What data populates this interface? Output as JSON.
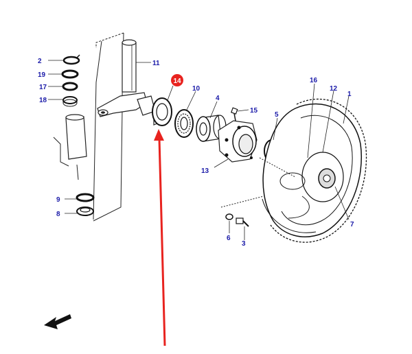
{
  "diagram": {
    "highlight_color": "#e8231f",
    "label_color": "#1a1aa8",
    "highlighted_part": "14",
    "callouts": {
      "c1": "1",
      "c2": "2",
      "c3": "3",
      "c4": "4",
      "c5": "5",
      "c6": "6",
      "c7": "7",
      "c8": "8",
      "c9": "9",
      "c10": "10",
      "c11": "11",
      "c12": "12",
      "c13": "13",
      "c14": "14",
      "c15": "15",
      "c16": "16",
      "c17": "17",
      "c18": "18",
      "c19": "19"
    }
  }
}
